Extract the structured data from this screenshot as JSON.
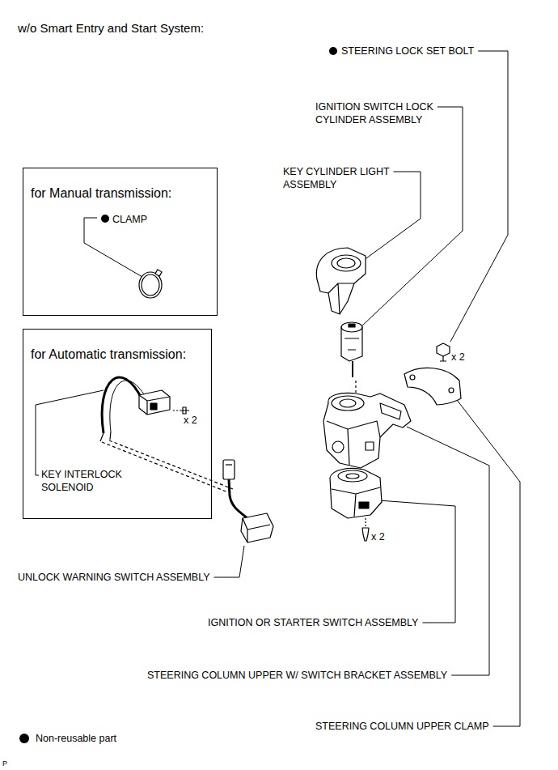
{
  "diagram": {
    "title": "w/o Smart Entry and Start System:",
    "nodes": [
      {
        "text": [
          "for Manual transmission:",
          "CLAMP"
        ]
      },
      {
        "text": [
          "for Automatic transmission:",
          "KEY INTERLOCK SOLENOID",
          "x 2"
        ]
      }
    ],
    "labels": [
      "STEERING LOCK SET BOLT",
      "IGNITION SWITCH LOCK CYLINDER ASSEMBLY",
      "KEY CYLINDER LIGHT ASSEMBLY",
      "x 2",
      "x 2",
      "UNLOCK WARNING SWITCH ASSEMBLY",
      "IGNITION OR STARTER SWITCH ASSEMBLY",
      "STEERING COLUMN UPPER W/ SWITCH BRACKET ASSEMBLY",
      "STEERING COLUMN UPPER CLAMP",
      "P"
    ],
    "legend": [
      {
        "text": "Non-reusable part"
      }
    ]
  }
}
